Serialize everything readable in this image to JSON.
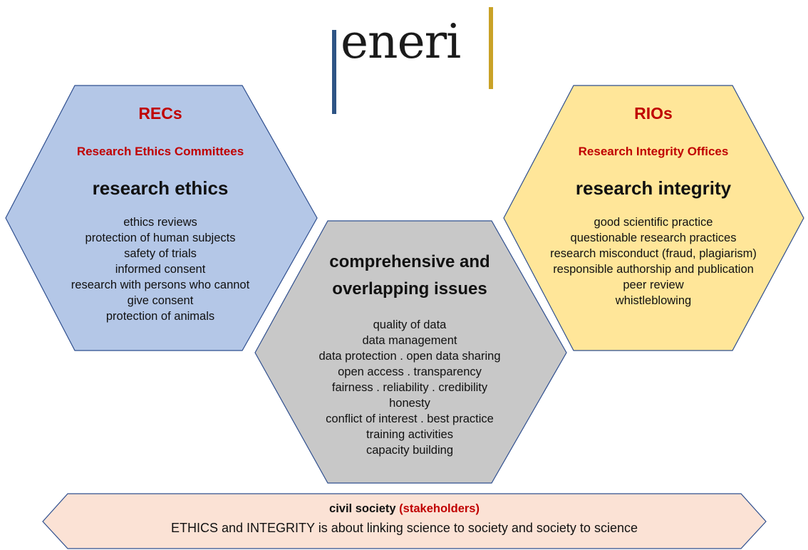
{
  "logo": {
    "text": "eneri",
    "left_bar_color": "#2e5485",
    "right_bar_color": "#c9a227"
  },
  "left_hex": {
    "acronym": "RECs",
    "full_name": "Research Ethics Committees",
    "heading": "research ethics",
    "items": [
      "ethics reviews",
      "protection of human subjects",
      "safety of trials",
      "informed consent",
      "research with persons who cannot",
      "give consent",
      "protection of animals"
    ],
    "fill": "#b4c7e7"
  },
  "right_hex": {
    "acronym": "RIOs",
    "full_name": "Research Integrity Offices",
    "heading": "research integrity",
    "items": [
      "good scientific practice",
      "questionable research practices",
      "research misconduct (fraud, plagiarism)",
      "responsible authorship and publication",
      "peer review",
      "whistleblowing"
    ],
    "fill": "#ffe699"
  },
  "center_hex": {
    "heading_line1": "comprehensive and",
    "heading_line2": "overlapping issues",
    "items": [
      "quality of data",
      "data management",
      "data protection . open data sharing",
      "open access . transparency",
      "fairness . reliability . credibility",
      "honesty",
      "conflict of interest . best practice",
      "training activities",
      "capacity building"
    ],
    "fill": "#c8c8c8"
  },
  "bottom_banner": {
    "label_bold": "civil society",
    "label_red": "(stakeholders)",
    "statement": "ETHICS and INTEGRITY is about linking science to society and society to science",
    "fill": "#fbe2d5"
  }
}
